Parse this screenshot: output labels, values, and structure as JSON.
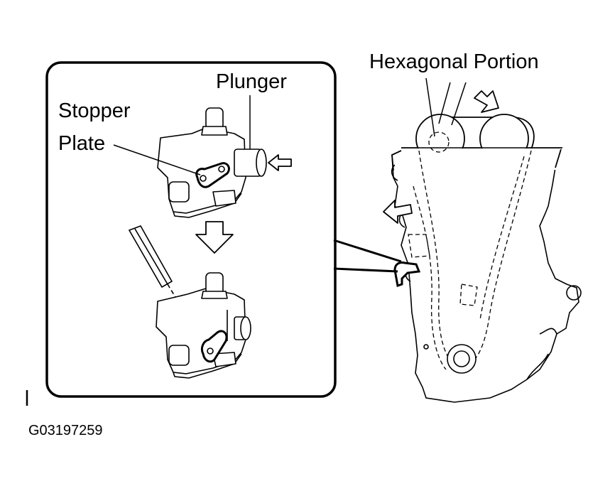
{
  "labels": {
    "hexagonal_portion": "Hexagonal Portion",
    "plunger": "Plunger",
    "stopper": "Stopper",
    "plate": "Plate",
    "figure_code": "G03197259"
  },
  "colors": {
    "ink": "#000000",
    "paper": "#ffffff",
    "fill": "#ffffff"
  }
}
